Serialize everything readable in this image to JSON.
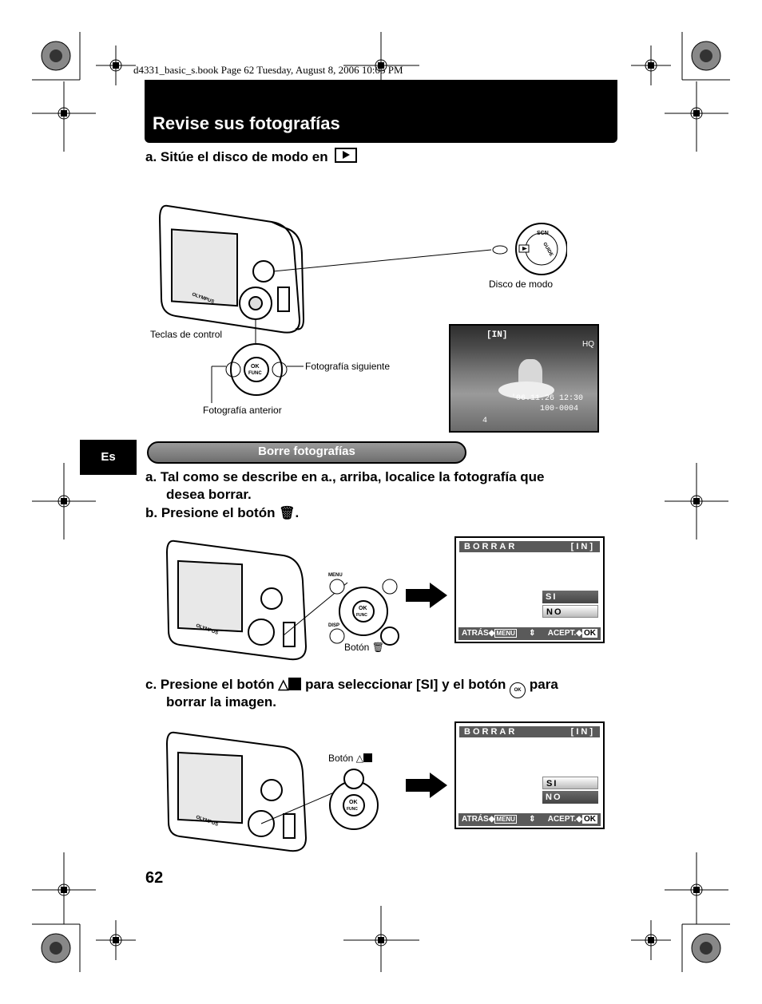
{
  "header": {
    "book_info": "d4331_basic_s.book  Page 62  Tuesday, August 8, 2006  10:05 PM"
  },
  "title": "Revise sus fotografías",
  "section_a": {
    "step_a": "a.  Sitúe el disco de modo en",
    "labels": {
      "mode_dial": "Disco de modo",
      "control_keys": "Teclas de control",
      "next_photo": "Fotografía siguiente",
      "prev_photo": "Fotografía anterior"
    },
    "photo_overlay": {
      "memory": "[IN]",
      "quality": "HQ",
      "date": "'06.11.26  12:30",
      "file_no": "100-0004",
      "frame": "4"
    }
  },
  "lang_tab": "Es",
  "section_b": {
    "pill": "Borre fotografías",
    "step_a": "a.  Tal como se describe en a., arriba, localice la fotografía que",
    "step_a2": "desea borrar.",
    "step_b": "b.  Presione el botón",
    "button_caption": "Botón",
    "step_c": "c.  Presione el botón",
    "step_c_mid": "para seleccionar [SI] y el botón",
    "step_c_end": "para",
    "step_c2": "borrar la imagen.",
    "button_caption_c": "Botón"
  },
  "lcd": {
    "title": "BORRAR",
    "memory": "[IN]",
    "options": [
      "SI",
      "NO"
    ],
    "back": "ATRÁS",
    "menu": "MENU",
    "accept": "ACEPT.",
    "ok": "OK"
  },
  "camera_keys": {
    "menu": "MENU",
    "disp": "DISP",
    "ok": "OK",
    "func": "FUNC",
    "brand": "OLYMPUS"
  },
  "dial_labels": [
    "SCN",
    "GUIDE"
  ],
  "page_number": "62"
}
